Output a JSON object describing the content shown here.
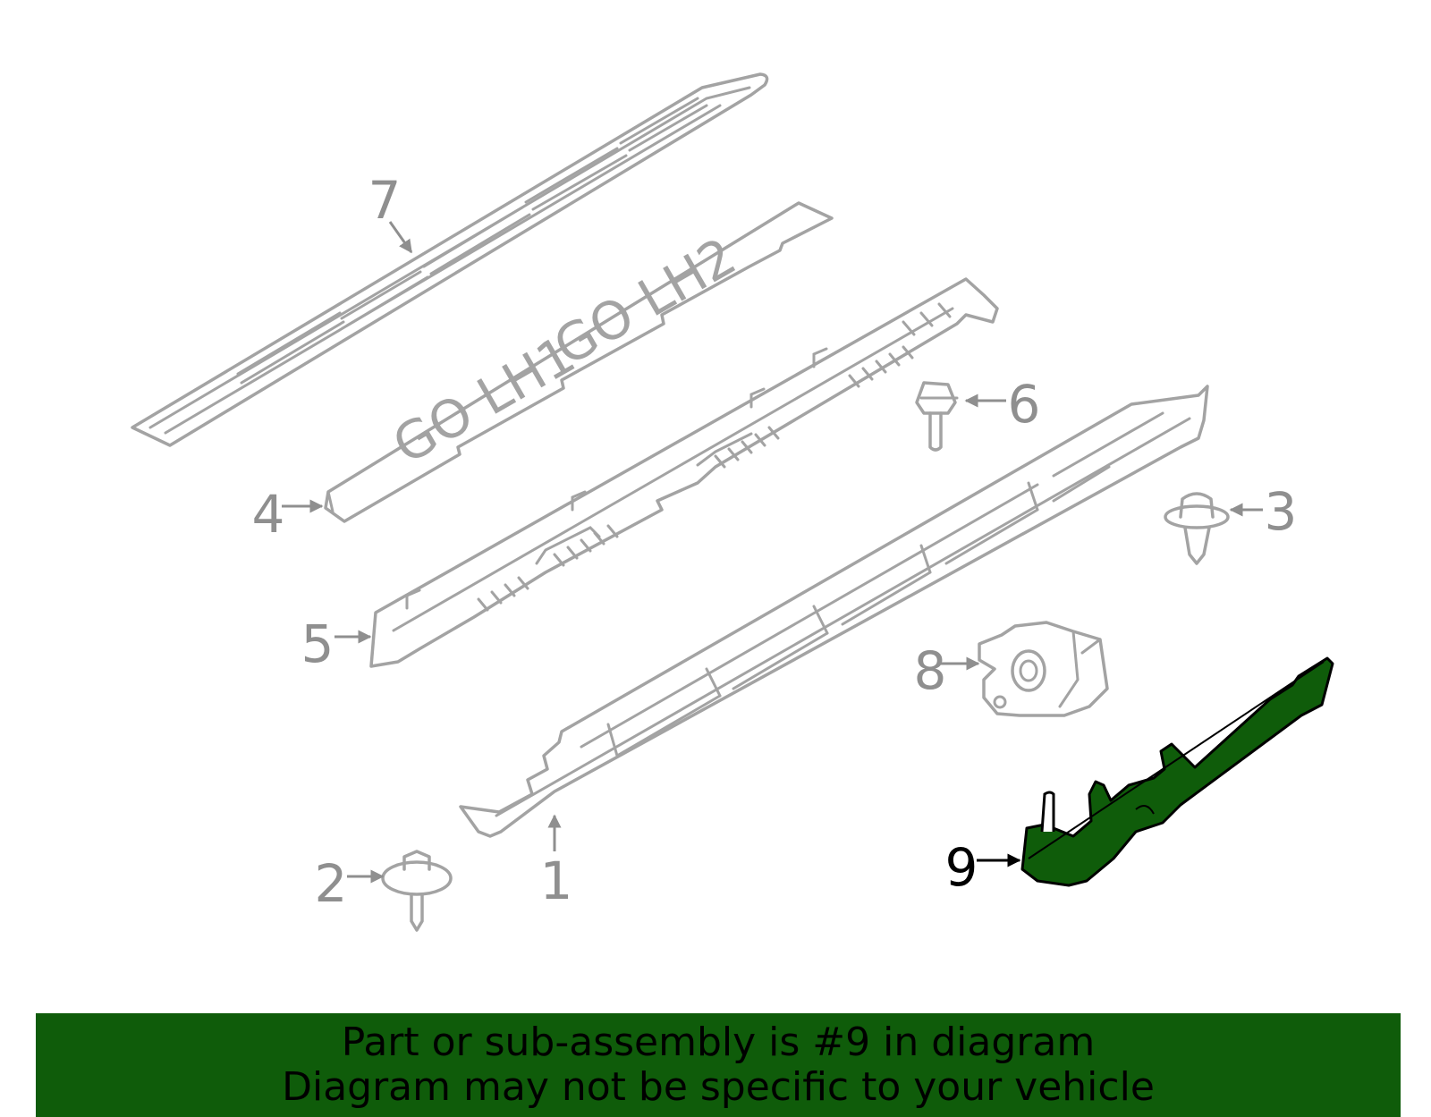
{
  "colors": {
    "part_lines": "#a3a3a3",
    "callout_muted": "#8f8f8f",
    "highlight_fill": "#0f5c0a",
    "highlight_stroke": "#000000",
    "banner_bg": "#0f5c0a",
    "banner_text": "#000000"
  },
  "callouts": {
    "c1": "1",
    "c2": "2",
    "c3": "3",
    "c4": "4",
    "c5": "5",
    "c6": "6",
    "c7": "7",
    "c8": "8",
    "c9": "9"
  },
  "stamps": {
    "s1": "GO LH1",
    "s2": "GO LH2"
  },
  "highlighted_part": "9",
  "banner": {
    "line1": "Part or sub-assembly is #9 in diagram",
    "line2": "Diagram may not be specific to your vehicle"
  }
}
